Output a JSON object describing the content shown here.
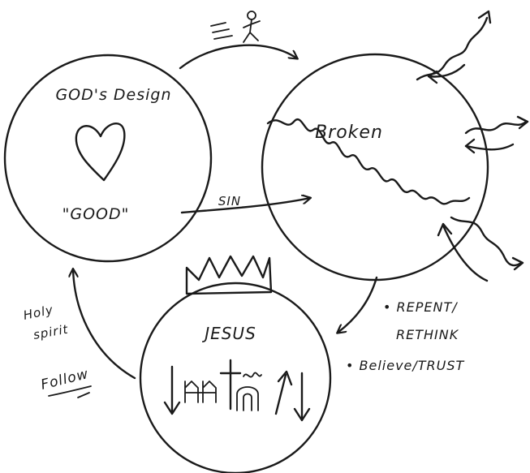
{
  "circles": {
    "design": {
      "title": "GOD's Design",
      "label": "\"GOOD\""
    },
    "broken": {
      "title": "Broken"
    },
    "jesus": {
      "title": "JESUS"
    }
  },
  "arrows": {
    "sin": "SIN"
  },
  "responses": {
    "repent_line1": "• REPENT/",
    "repent_line2": "RETHINK",
    "believe": "• Believe/TRUST"
  },
  "side_labels": {
    "holy_line1": "Holy",
    "holy_line2": "spirit",
    "follow": "Follow"
  }
}
